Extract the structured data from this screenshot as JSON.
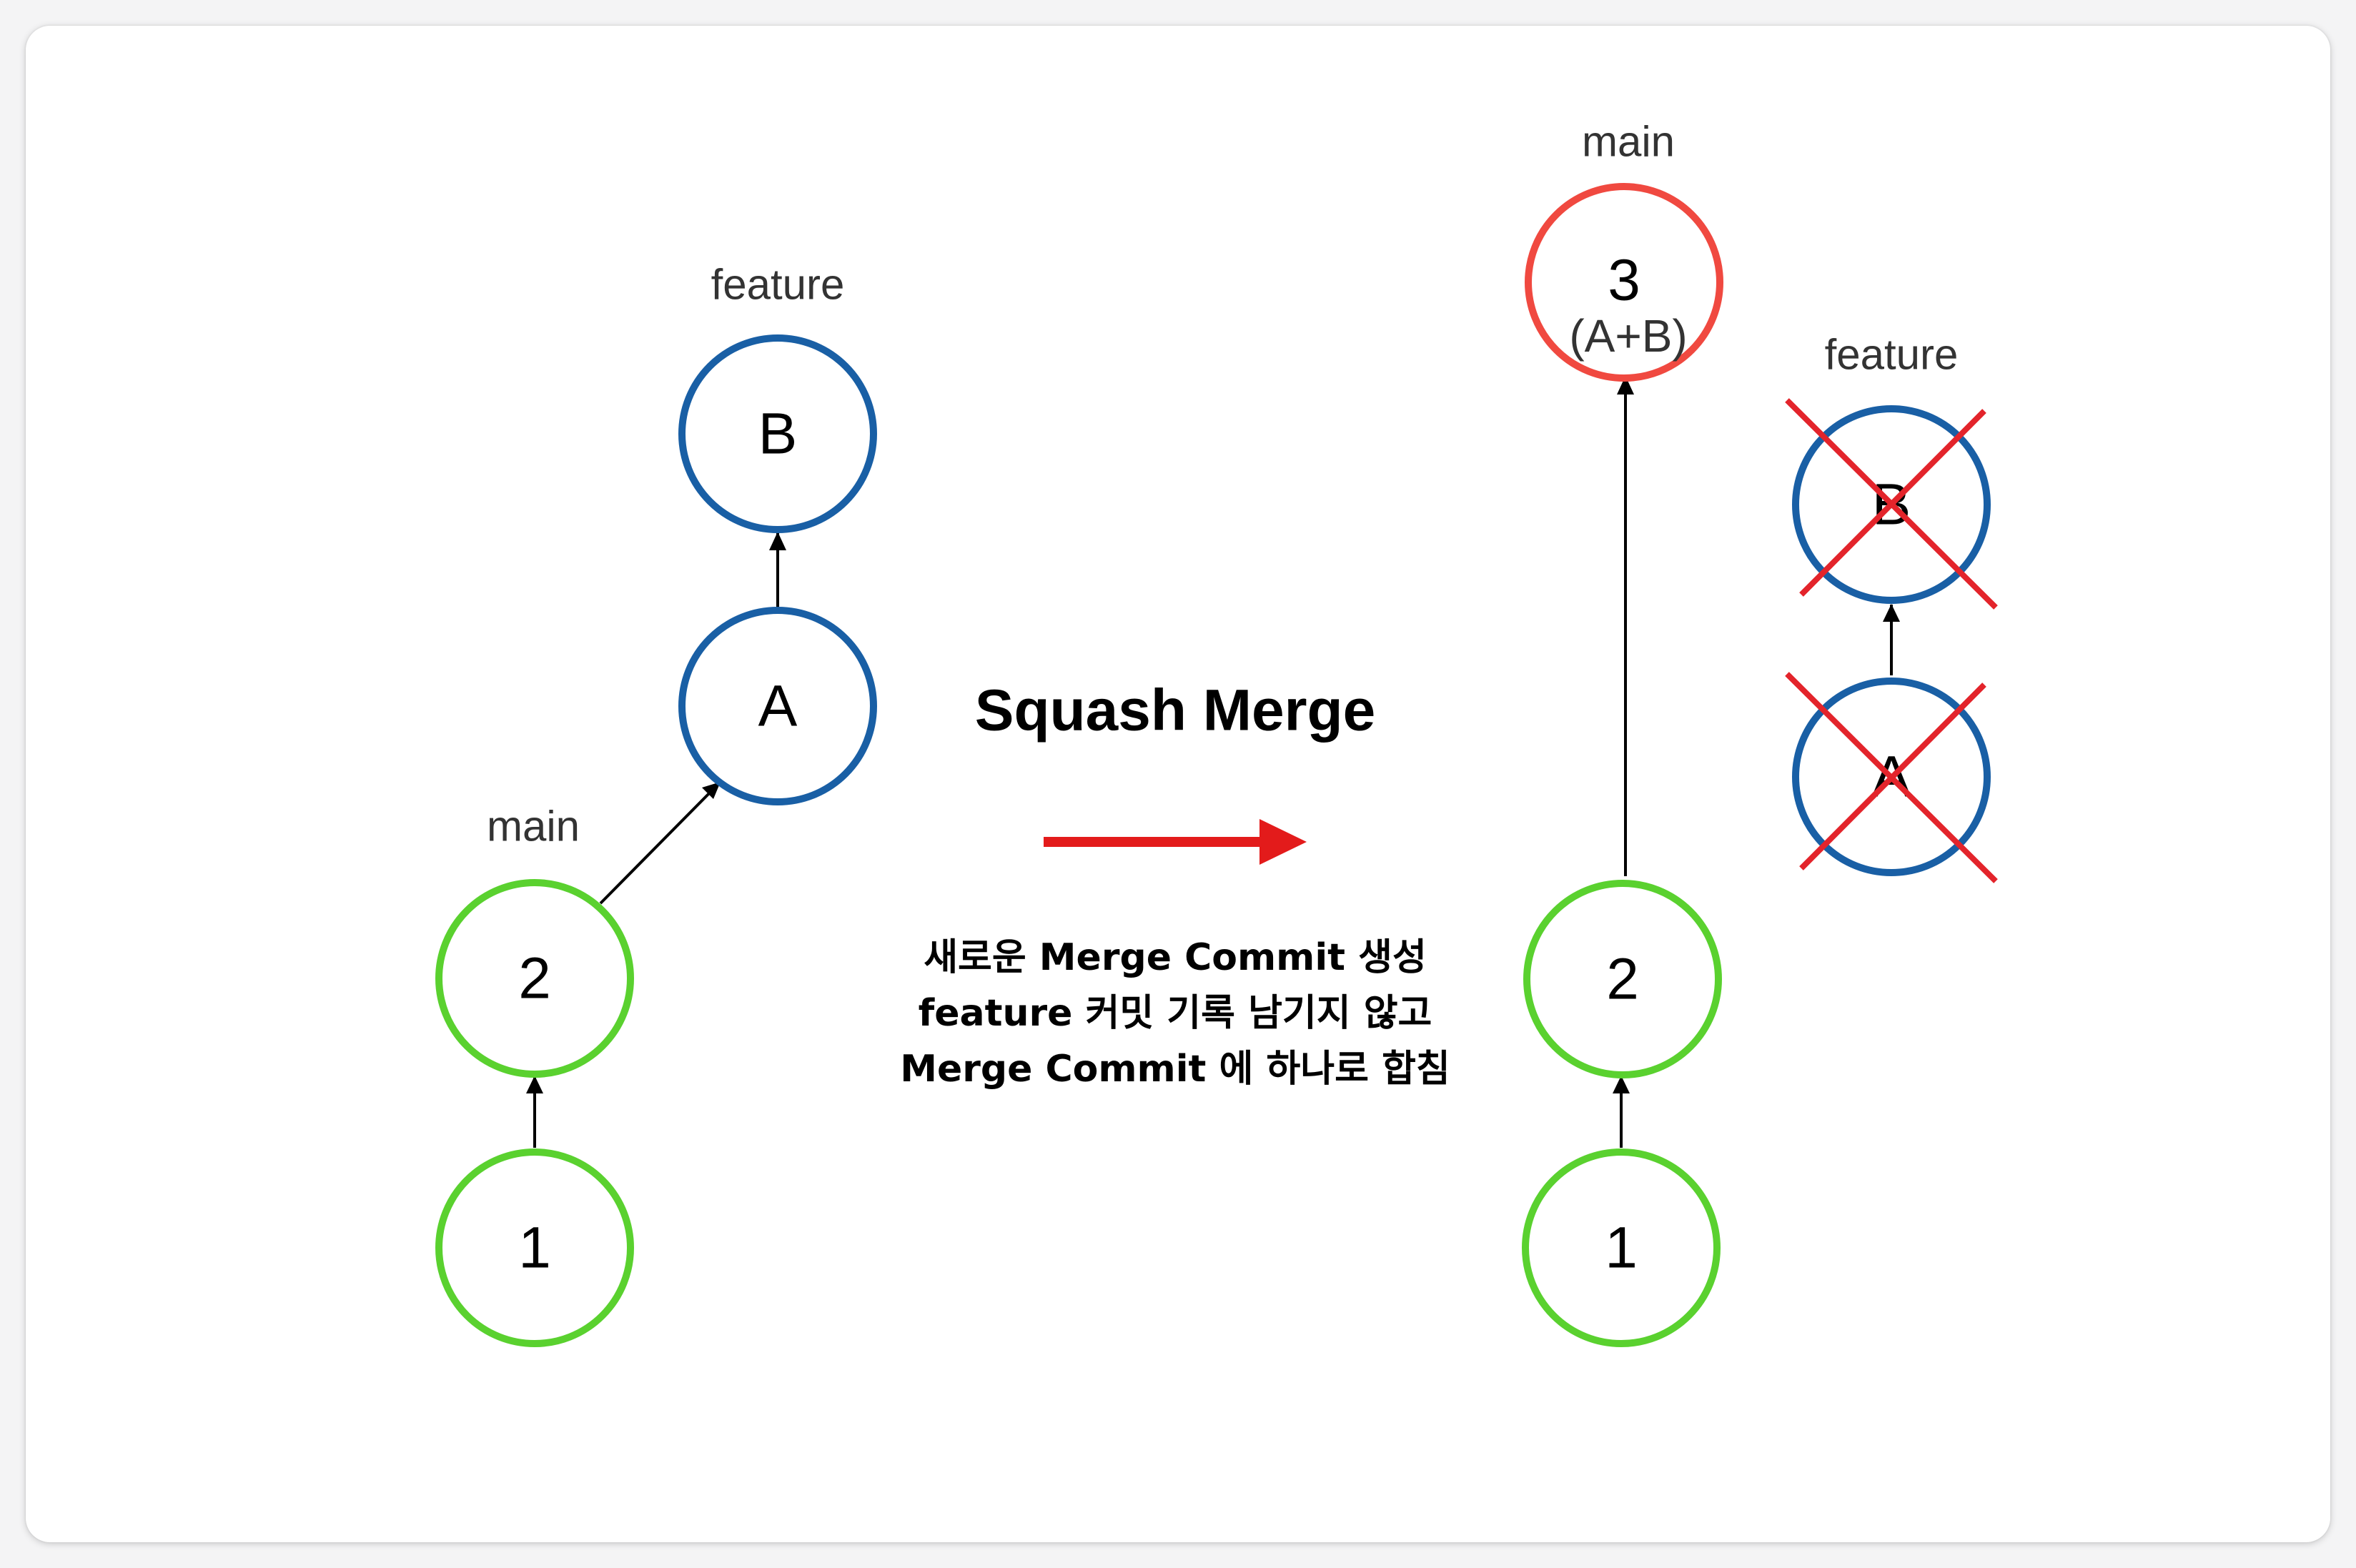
{
  "colors": {
    "main_commit": "#5ad12f",
    "feature_commit": "#195fa5",
    "squash_commit": "#f04940",
    "arrow": "#e31b1b",
    "cross": "#e3242b"
  },
  "before": {
    "feature_label": "feature",
    "main_label": "main",
    "commits": [
      {
        "id": "1",
        "branch": "main"
      },
      {
        "id": "2",
        "branch": "main"
      },
      {
        "id": "A",
        "branch": "feature"
      },
      {
        "id": "B",
        "branch": "feature"
      }
    ]
  },
  "operation": {
    "title": "Squash Merge",
    "description_lines": [
      "새로운 Merge Commit 생성",
      "feature 커밋 기록 남기지 않고",
      "Merge Commit 에 하나로 합침"
    ]
  },
  "after": {
    "main_label": "main",
    "feature_label": "feature",
    "commits": [
      {
        "id": "1",
        "branch": "main"
      },
      {
        "id": "2",
        "branch": "main"
      },
      {
        "id": "3",
        "sub": "(A+B)",
        "branch": "main"
      }
    ],
    "discarded_commits": [
      {
        "id": "A",
        "branch": "feature"
      },
      {
        "id": "B",
        "branch": "feature"
      }
    ]
  }
}
